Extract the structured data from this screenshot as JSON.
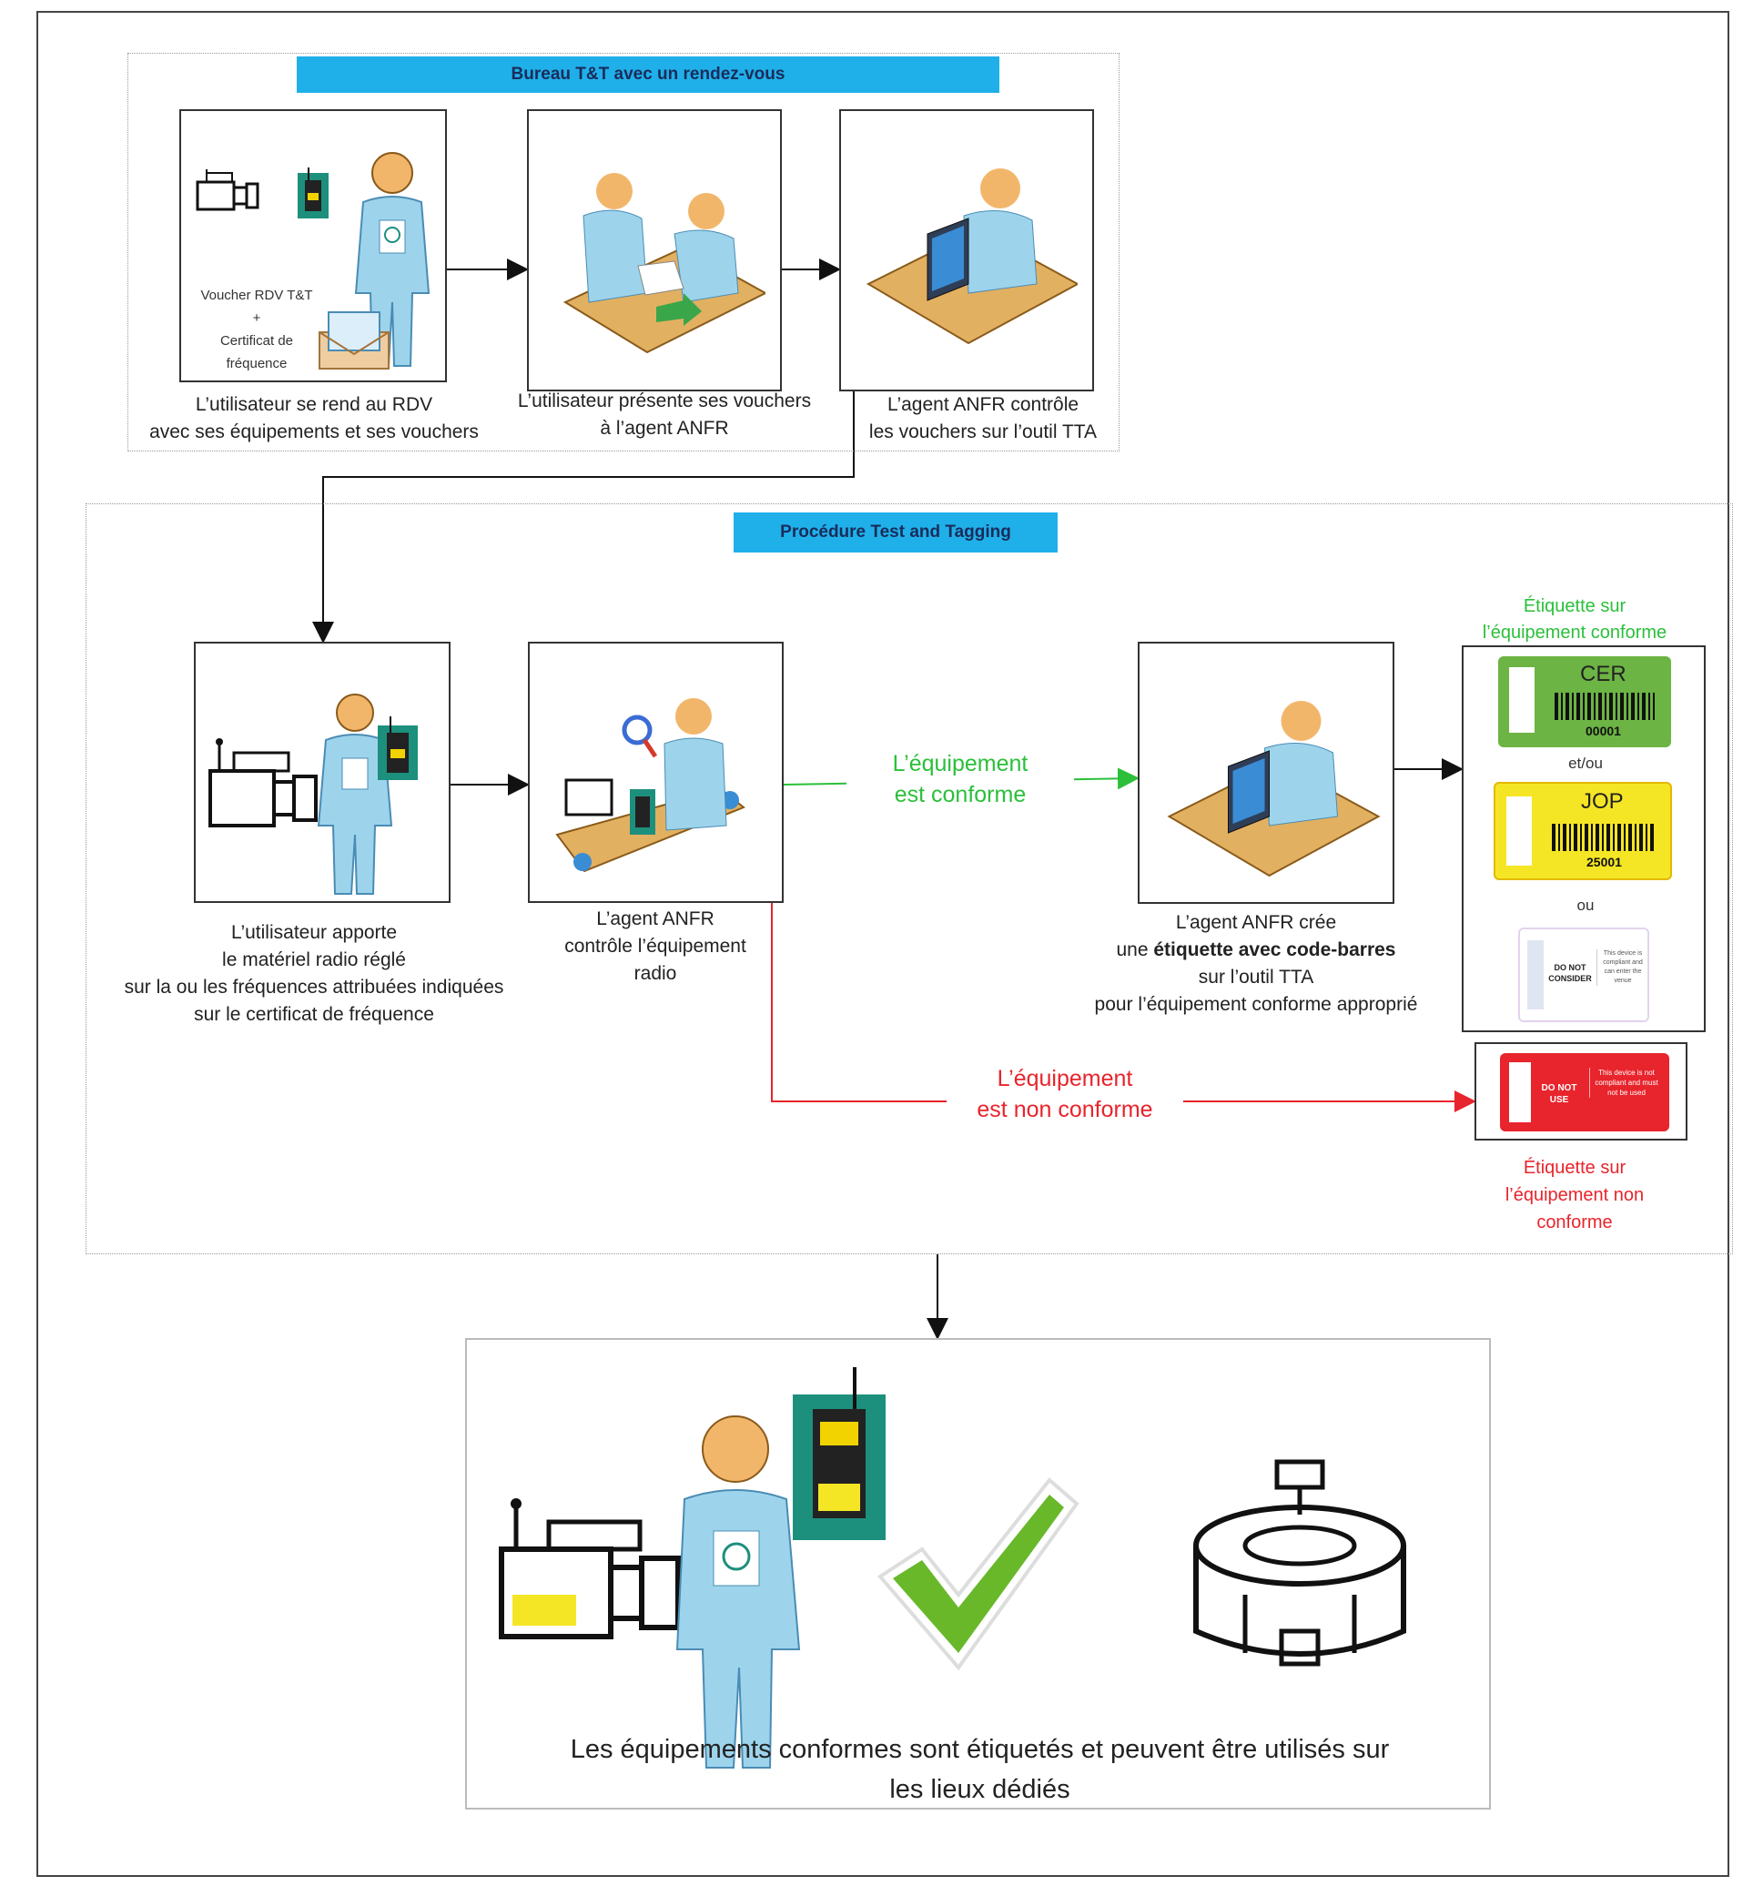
{
  "section1": {
    "title": "Bureau T&T avec un rendez-vous",
    "step1": {
      "caption_line1": "L’utilisateur se rend au RDV",
      "caption_line2": "avec ses équipements et ses vouchers",
      "voucher_line1": "Voucher RDV T&T",
      "voucher_plus": "+",
      "voucher_line2": "Certificat de",
      "voucher_line3": "fréquence"
    },
    "step2": {
      "caption_line1": "L’utilisateur présente ses vouchers",
      "caption_line2": "à l’agent ANFR"
    },
    "step3": {
      "caption_line1": "L’agent ANFR contrôle",
      "caption_line2": "les vouchers sur l’outil TTA"
    }
  },
  "section2": {
    "title": "Procédure Test and Tagging",
    "step1": {
      "line1": "L’utilisateur apporte",
      "line2": "le matériel radio réglé",
      "line3": "sur la ou les fréquences attribuées indiquées",
      "line4": "sur le certificat de fréquence"
    },
    "step2": {
      "line1": "L’agent ANFR",
      "line2": "contrôle l’équipement",
      "line3": "radio"
    },
    "conforme_label_line1": "L’équipement",
    "conforme_label_line2": "est conforme",
    "non_conforme_label_line1": "L’équipement",
    "non_conforme_label_line2": "est non conforme",
    "step3": {
      "line1": "L’agent ANFR crée",
      "line2_pre": "une ",
      "line2_bold": "étiquette avec code-barres",
      "line3": "sur l’outil TTA",
      "line4": "pour l’équipement conforme approprié"
    },
    "labels_conforme": {
      "heading_line1": "Étiquette sur",
      "heading_line2": "l’équipement conforme",
      "cer_title": "CER",
      "cer_num": "00001",
      "et_ou": "et/ou",
      "jop_title": "JOP",
      "jop_num": "25001",
      "ou": "ou",
      "dnc_text": "DO NOT CONSIDER",
      "dnc_small": "This device is compliant and can enter the venue"
    },
    "labels_non_conforme": {
      "dnu_text": "DO NOT USE",
      "dnu_small": "This device is not compliant and must not be used",
      "heading_line1": "Étiquette sur",
      "heading_line2": "l’équipement non",
      "heading_line3": "conforme"
    }
  },
  "final": {
    "line1": "Les équipements conformes sont étiquetés et peuvent être utilisés sur",
    "line2": "les lieux dédiés"
  },
  "colors": {
    "title_bar": "#1fb0ea",
    "green": "#2bbf3a",
    "red": "#e8242c",
    "cer_green": "#6cb443",
    "jop_yellow": "#f5e625"
  }
}
